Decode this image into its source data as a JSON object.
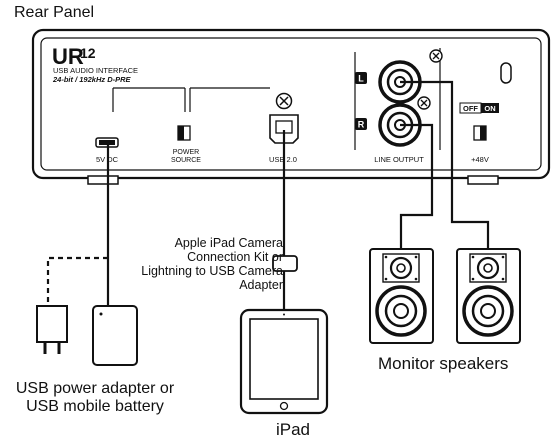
{
  "title": "Rear Panel",
  "device": {
    "logo_main": "UR",
    "logo_num": "12",
    "subtitle": "USB AUDIO INTERFACE",
    "spec": "24-bit / 192kHz D-PRE",
    "ports": {
      "power_input": "5V DC",
      "power_source_line1": "POWER",
      "power_source_line2": "SOURCE",
      "usb": "USB 2.0",
      "line_output": "LINE OUTPUT",
      "phantom": "+48V",
      "off": "OFF",
      "on": "ON",
      "left": "L",
      "right": "R"
    }
  },
  "captions": {
    "power": "USB power adapter or USB mobile battery",
    "ipad": "iPad",
    "monitors": "Monitor speakers",
    "adapter": "Apple iPad Camera Connection Kit or Lightning to USB Camera Adapter"
  }
}
